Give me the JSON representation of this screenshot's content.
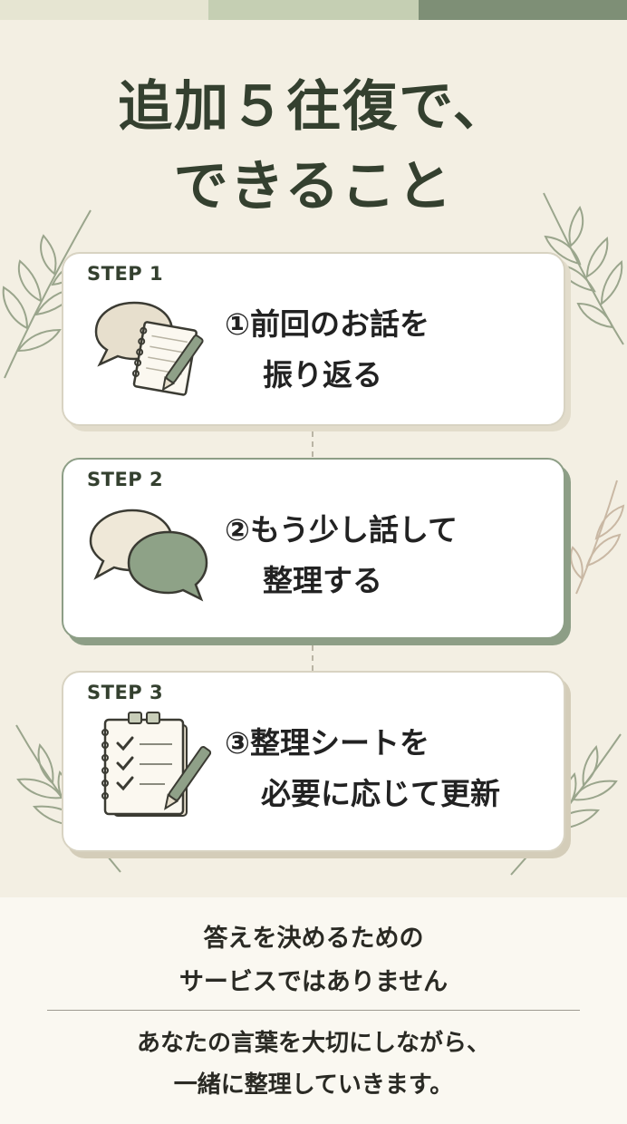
{
  "colors": {
    "background": "#f3efe3",
    "title": "#34402f",
    "accent_green": "#7e8f76",
    "card_border": "#d8d3c2"
  },
  "title": {
    "line1": "追加５往復で、",
    "line2": "できること"
  },
  "steps": [
    {
      "label": "STEP 1",
      "text_line1": "①前回のお話を",
      "text_line2": "振り返る",
      "icon": "speech-bubble-notepad-pen-icon"
    },
    {
      "label": "STEP 2",
      "text_line1": "②もう少し話して",
      "text_line2": "整理する",
      "icon": "two-speech-bubbles-icon"
    },
    {
      "label": "STEP 3",
      "text_line1": "③整理シートを",
      "text_line2": "必要に応じて更新",
      "icon": "checklist-clipboard-pen-icon"
    }
  ],
  "note": {
    "line1": "答えを決めるための",
    "line2": "サービスではありません"
  },
  "message": {
    "line1": "あなたの言葉を大切にしながら、",
    "line2": "一緒に整理していきます。"
  }
}
